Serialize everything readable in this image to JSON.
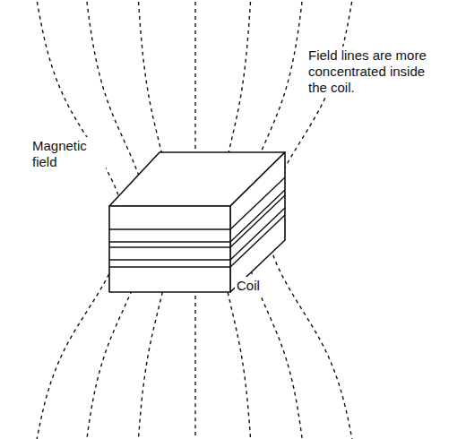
{
  "diagram": {
    "labels": [
      "Magnetic field",
      "Field lines are more concentrated inside the coil.",
      "Coil"
    ]
  }
}
